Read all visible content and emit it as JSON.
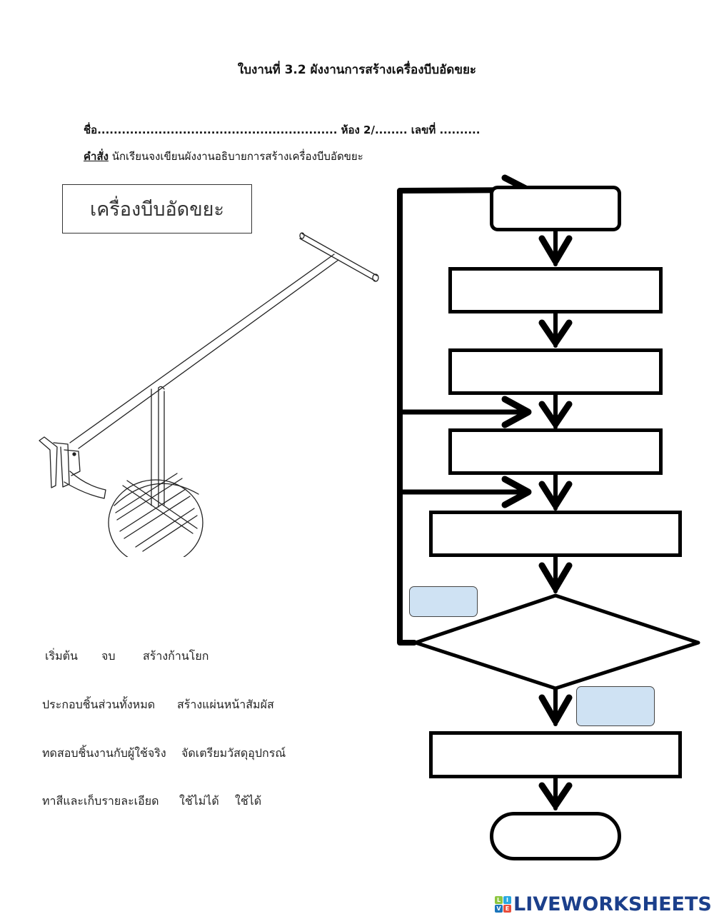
{
  "header": {
    "title": "ใบงานที่ 3.2 ผังงานการสร้างเครื่องบีบอัดขยะ",
    "name_line": "ชื่อ........................................................... ห้อง 2/........ เลขที่ ..........",
    "instruction_label": "คำสั่ง",
    "instruction_text": " นักเรียนจงเขียนผังงานอธิบายการสร้างเครื่องบีบอัดขยะ"
  },
  "illustration": {
    "label": "เครื่องบีบอัดขยะ",
    "icon": "trash-compactor-drawing"
  },
  "word_bank": {
    "rows": [
      [
        "เริ่มต้น",
        "จบ",
        "สร้างก้านโยก"
      ],
      [
        "ประกอบชิ้นส่วนทั้งหมด",
        "สร้างแผ่นหน้าสัมผัส"
      ],
      [
        "ทดสอบชิ้นงานกับผู้ใช้จริง",
        "จัดเตรียมวัสดุอุปกรณ์"
      ],
      [
        "ทาสีและเก็บรายละเอียด",
        "ใช้ไม่ได้",
        "ใช้ได้"
      ]
    ]
  },
  "flowchart": {
    "start_terminal": "",
    "process_1": "",
    "process_2": "",
    "process_3": "",
    "process_4": "",
    "decision": "",
    "decision_no_answer": "",
    "decision_yes_answer": "",
    "process_5": "",
    "end_terminal": "",
    "drop_color": "#cfe2f3"
  },
  "branding": {
    "logo_letters": [
      "L",
      "I",
      "V",
      "E"
    ],
    "logo_colors": [
      "#8cc63f",
      "#29a8e0",
      "#1b75bb",
      "#e94e3c"
    ],
    "logo_text": "LIVEWORKSHEETS"
  }
}
